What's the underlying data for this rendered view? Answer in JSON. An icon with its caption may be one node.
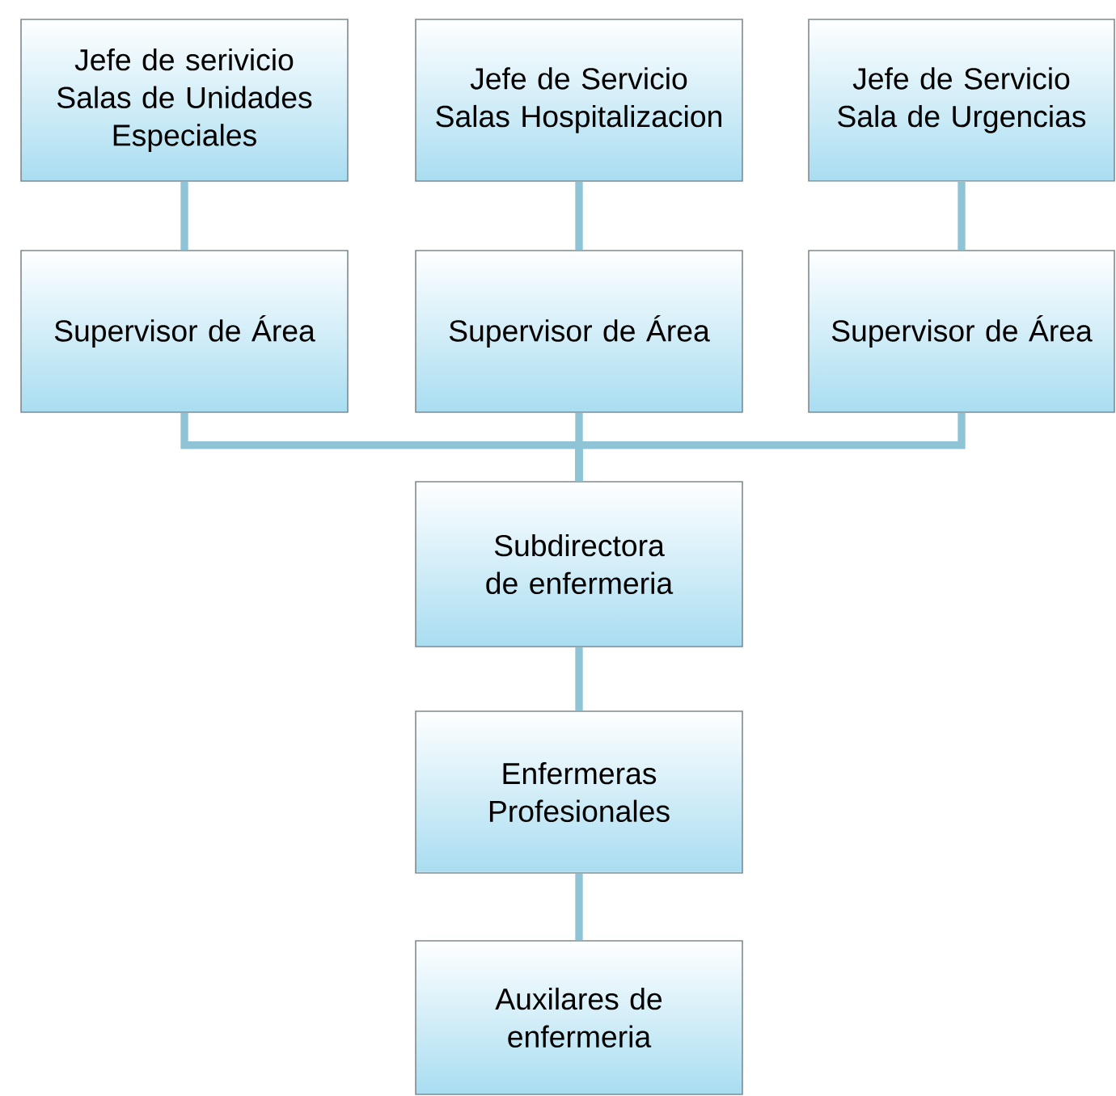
{
  "diagram": {
    "nodes": [
      {
        "text": [
          "Jefe de serivicio Salas de Unidades Especiales"
        ]
      },
      {
        "text": [
          "Jefe de Servicio Salas Hospitalizacion"
        ]
      },
      {
        "text": [
          "Jefe de Servicio Sala de Urgencias"
        ]
      },
      {
        "text": [
          "Supervisor de Área"
        ]
      },
      {
        "text": [
          "Supervisor de Área"
        ]
      },
      {
        "text": [
          "Supervisor de Área"
        ]
      },
      {
        "text": [
          "Subdirectora de enfermeria"
        ]
      },
      {
        "text": [
          "Enfermeras Profesionales"
        ]
      },
      {
        "text": [
          "Auxilares de enfermeria"
        ]
      }
    ],
    "edges": [
      {
        "from": 0,
        "to": 3,
        "arrow": "none"
      },
      {
        "from": 1,
        "to": 4,
        "arrow": "none"
      },
      {
        "from": 2,
        "to": 5,
        "arrow": "none"
      },
      {
        "from": 3,
        "to": 6,
        "arrow": "none"
      },
      {
        "from": 4,
        "to": 6,
        "arrow": "none"
      },
      {
        "from": 5,
        "to": 6,
        "arrow": "none"
      },
      {
        "from": 6,
        "to": 7,
        "arrow": "none"
      },
      {
        "from": 7,
        "to": 8,
        "arrow": "none"
      }
    ]
  }
}
